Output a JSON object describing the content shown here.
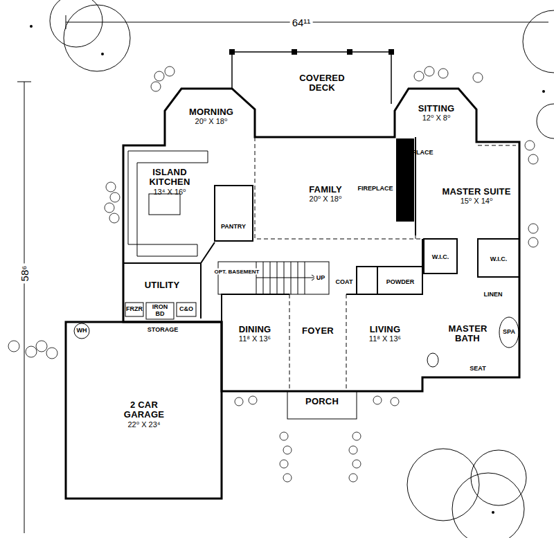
{
  "diagram": {
    "nodes": [
      {
        "text": [
          "COVERED DECK"
        ]
      },
      {
        "text": [
          "MORNING",
          "20⁰ X 18⁰"
        ]
      },
      {
        "text": [
          "SITTING",
          "12⁰ X 8⁰"
        ]
      },
      {
        "text": [
          "ISLAND KITCHEN",
          "13⁴ X 16⁰"
        ]
      },
      {
        "text": [
          "PANTRY"
        ]
      },
      {
        "text": [
          "FAMILY",
          "20⁰ X 18⁰"
        ]
      },
      {
        "text": [
          "MASTER SUITE",
          "15⁰ X 14⁰"
        ]
      },
      {
        "text": [
          "UTILITY"
        ]
      },
      {
        "text": [
          "FRZR"
        ]
      },
      {
        "text": [
          "IRON BD"
        ]
      },
      {
        "text": [
          "C&O"
        ]
      },
      {
        "text": [
          "COAT"
        ]
      },
      {
        "text": [
          "POWDER"
        ]
      },
      {
        "text": [
          "W.I.C."
        ]
      },
      {
        "text": [
          "W.I.C."
        ]
      },
      {
        "text": [
          "WH"
        ]
      },
      {
        "text": [
          "DINING",
          "11⁸ X 13⁶"
        ]
      },
      {
        "text": [
          "FOYER"
        ]
      },
      {
        "text": [
          "LIVING",
          "11⁸ X 13⁶"
        ]
      },
      {
        "text": [
          "MASTER BATH"
        ]
      },
      {
        "text": [
          "SPA"
        ]
      },
      {
        "text": [
          "2 CAR GARAGE",
          "22⁰ X 23⁴"
        ]
      },
      {
        "text": [
          "PORCH"
        ]
      }
    ],
    "labels": [
      "64¹¹",
      "58⁶",
      "FIREPLACE",
      "FIREPLACE",
      "OPT. BASEMENT",
      "UP",
      "STORAGE",
      "LINEN",
      "SEAT"
    ]
  }
}
